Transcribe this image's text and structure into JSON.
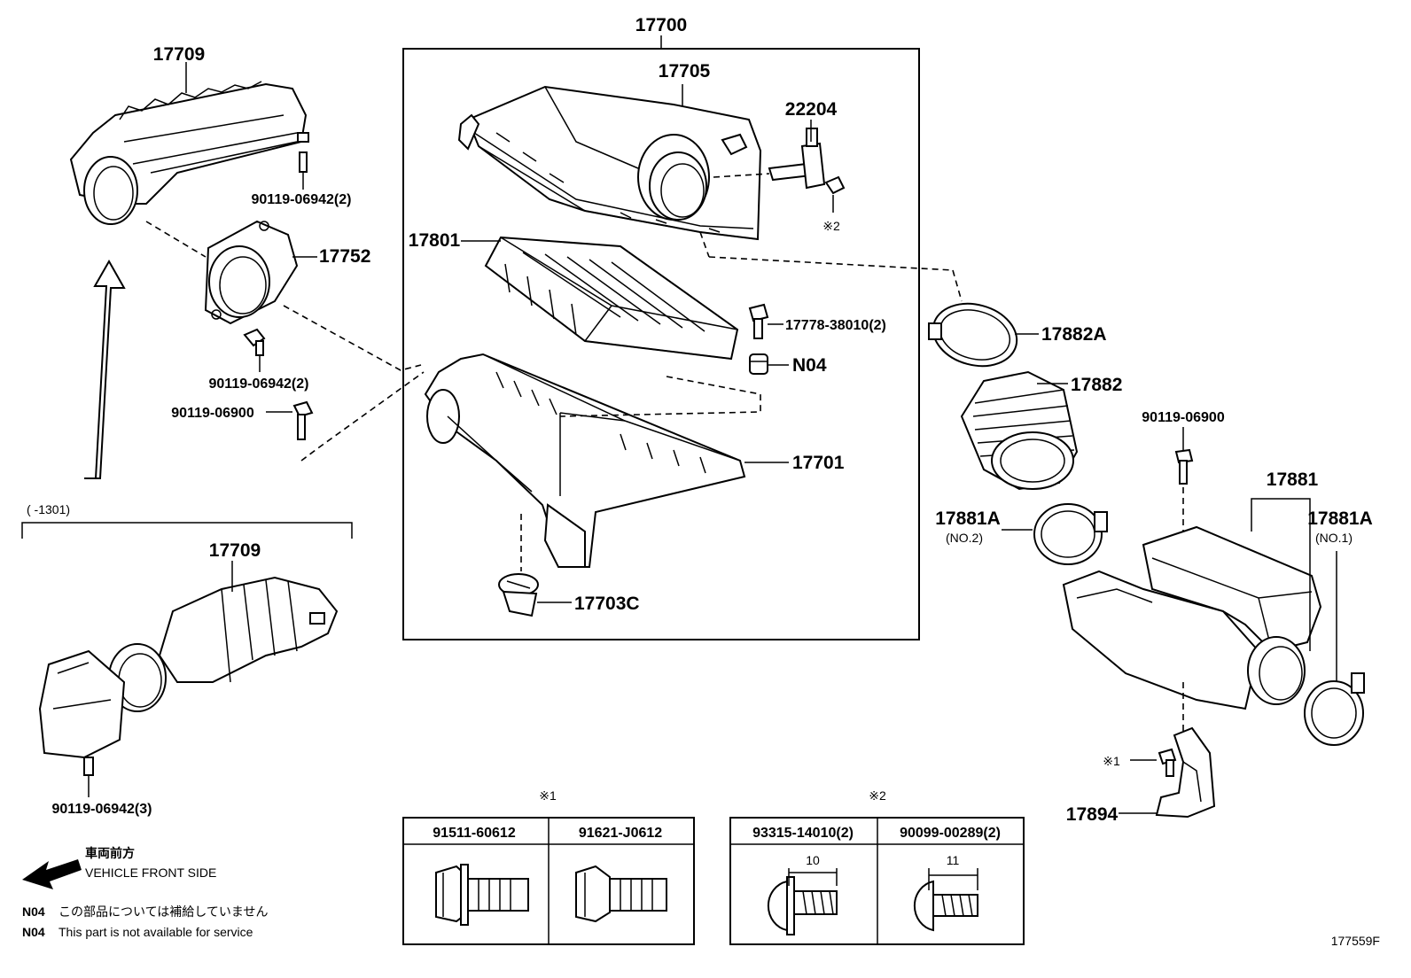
{
  "diagram": {
    "group_label": "17700",
    "parts": {
      "p17709_top": "17709",
      "p90119_06942_2a": "90119-06942(2)",
      "p17752": "17752",
      "p90119_06942_2b": "90119-06942(2)",
      "p90119_06900_left": "90119-06900",
      "p17705": "17705",
      "p22204": "22204",
      "mark2": "※2",
      "p17801": "17801",
      "p17778": "17778-38010(2)",
      "pN04": "N04",
      "p17701": "17701",
      "p17703C": "17703C",
      "p17882A": "17882A",
      "p17882": "17882",
      "p90119_06900_right": "90119-06900",
      "p17881": "17881",
      "p17881A_no2": "17881A",
      "no2": "(NO.2)",
      "p17881A_no1": "17881A",
      "no1": "(NO.1)",
      "mark1_small": "※1",
      "p17894": "17894",
      "variant_range": "(       -1301)",
      "p17709_bottom": "17709",
      "p90119_06942_3": "90119-06942(3)"
    },
    "legend": {
      "direction_jp": "車両前方",
      "direction_en": "VEHICLE FRONT SIDE",
      "n04_jp_code": "N04",
      "n04_jp_text": "この部品については補給していません",
      "n04_en_code": "N04",
      "n04_en_text": "This part is not available for service"
    },
    "table1": {
      "mark": "※1",
      "col1": "91511-60612",
      "col2": "91621-J0612"
    },
    "table2": {
      "mark": "※2",
      "col1": "93315-14010(2)",
      "col2": "90099-00289(2)",
      "dim1": "10",
      "dim2": "11"
    },
    "figure_id": "177559F"
  }
}
